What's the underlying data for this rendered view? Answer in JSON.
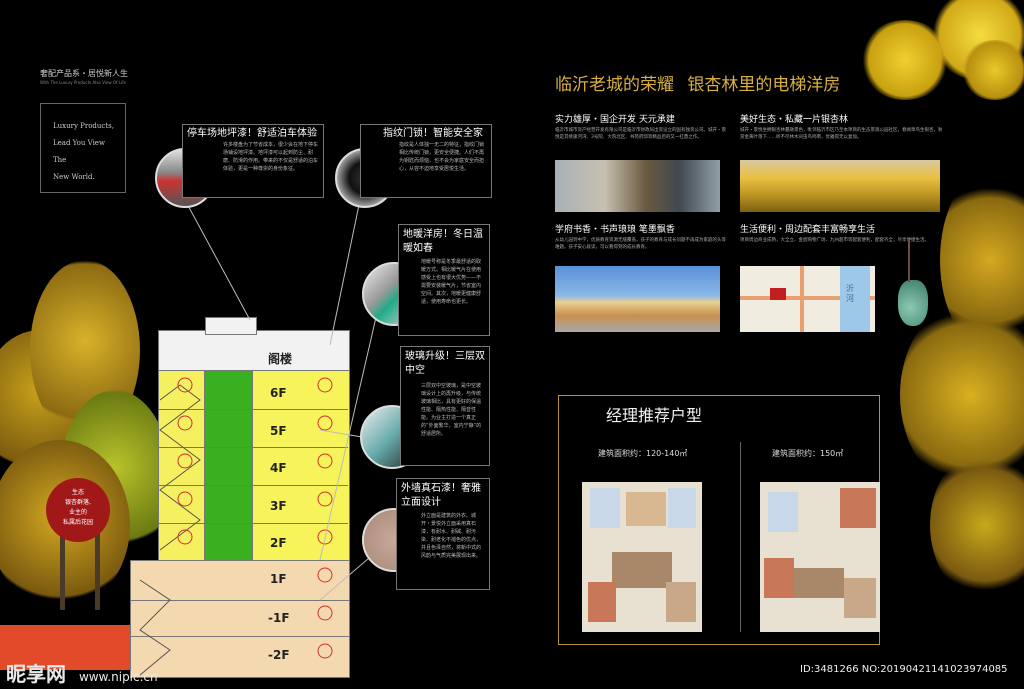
{
  "left": {
    "brand_title": "奢配产品系・居悦新人生",
    "brand_sub": "With The Luxury Products Also View Of Life",
    "slogan_lines": [
      "Luxury Products,",
      "Lead You View",
      "The",
      "New World."
    ],
    "badge_text": [
      "生态",
      "银杏群落,",
      "业主的",
      "私属后花园"
    ],
    "floors": [
      "阁楼",
      "6F",
      "5F",
      "4F",
      "3F",
      "2F",
      "1F",
      "-1F",
      "-2F"
    ],
    "callouts": [
      {
        "title": "停车场地坪漆！舒适泊车体验",
        "desc": "许多楼盘为了节省成本，很少会在地下停车场铺设地坪漆。地坪漆可以起到防尘、耐磨、防滑的作用。带来的不仅是舒适的泊车体验，更是一种尊崇的身份象征。"
      },
      {
        "title": "指纹门锁！智能安全家",
        "desc": "指纹是人体独一无二的特征，指纹门锁相比传统门锁，更安全便捷。人们不再为钥匙而烦恼，也不会为家庭安全而担心，从容不迫地享受居悦生活。"
      },
      {
        "title": "地暖洋房！冬日温暖如春",
        "desc": "地暖号称是冬季最舒适的取暖方式。相比暖气片在使用感受上也有很大优势——不需要安装暖气片，节省室内空间。其次，地暖更健康舒适，使用寿命也更长。"
      },
      {
        "title": "玻璃升级！三层双中空",
        "desc": "三层双中空玻璃，是中空玻璃设计上的再升级，与传统玻璃相比，具有更好的保温性能、隔热性能、隔音性能。为业主打造一个真正的“外面繁华，室内宁静”的舒适居所。"
      },
      {
        "title": "外墙真石漆！奢雅立面设计",
        "desc": "外立面是建筑的外衣。城开・景悦外立面采用真石漆，有耐水、耐碱、耐污染、耐老化不褪色的优点，并且色泽自然，将新中式的风韵与气质完美展现出来。"
      }
    ]
  },
  "right": {
    "main_title": "临沂老城的荣耀",
    "main_title_tag": "银杏林里的电梯洋房",
    "sections": [
      {
        "title": "实力雄厚・国企开发 天元承建",
        "desc": "临沂市城市资产经营开发有限公司是临沂市财政局出资设立的国有独资公司。城开・景悦是其继骏河湾、3号院、大院北区、书苑府邸等精品后的又一扛鼎之作。"
      },
      {
        "title": "美好生态・私藏一片银杏林",
        "desc": "城开・景悦坐拥银杏林蔓融景色，毗邻临沂市区乃至本项目的生态景观公园社区，春闻草鸟生银杏，秋赏金黄叶落下……听不尽林木间虫鸟鸣啭，优雅得无以复加。"
      },
      {
        "title": "学府书香・书声琅琅 笔墨飘香",
        "desc": "从幼儿园到中学，优质教育资源无缝覆盖，孩子的教育与成长问题不再成为家庭的头等难题。孩子安心就读，可以看得到的成长教育。"
      },
      {
        "title": "生活便利・周边配套丰富畅享生活",
        "desc": "项目周边商业成熟，大全立、金宸购物广场、九州超市等配套便利，配套齐全，尽享便捷生活。"
      }
    ],
    "map_river": "沂河",
    "section2_title": "经理推荐户型",
    "unit_left": "建筑面积约：120-140㎡",
    "unit_right": "建筑面积约：150㎡"
  },
  "watermark": {
    "logo": "昵享网",
    "url": "www.nipic.cn",
    "id_text": "ID:3481266 NO:20190421141023974085"
  }
}
